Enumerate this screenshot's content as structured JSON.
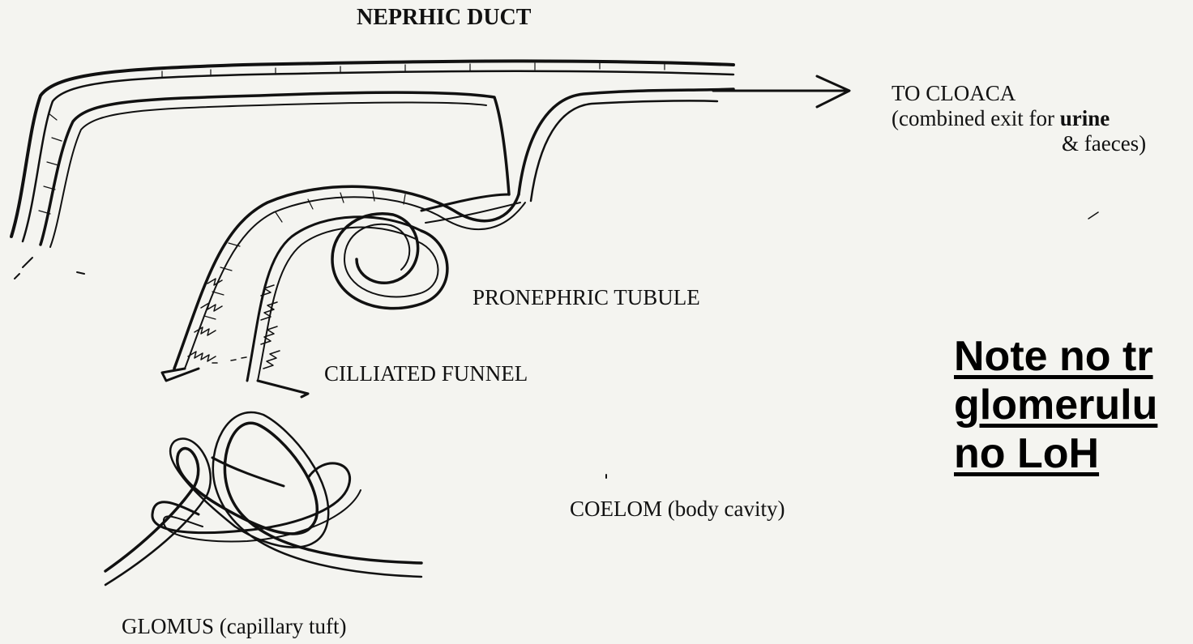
{
  "labels": {
    "nephric_duct": "NEPRHIC DUCT",
    "to_cloaca_line1": "TO CLOACA",
    "to_cloaca_line2_pre": "(combined exit for ",
    "to_cloaca_line2_bold": "urine",
    "to_cloaca_line3": "& faeces)",
    "pronephric_tubule": "PRONEPHRIC TUBULE",
    "cilliated_funnel": "CILLIATED FUNNEL",
    "coelom": "COELOM (body cavity)",
    "glomus": "GLOMUS (capillary tuft)"
  },
  "note": {
    "line1": "Note no tr",
    "line2": "glomerulu",
    "line3": "no LoH"
  }
}
